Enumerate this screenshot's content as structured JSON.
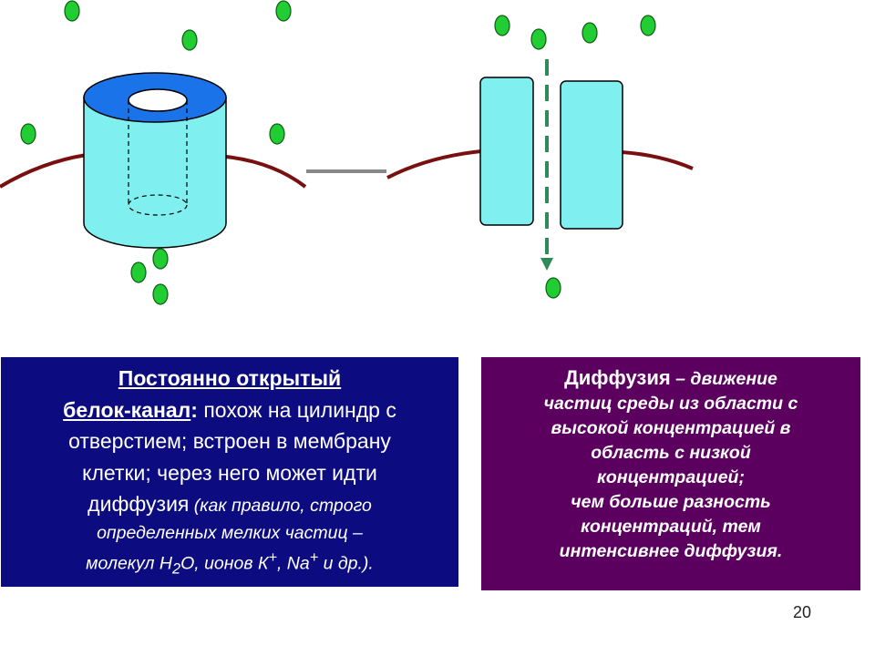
{
  "left_box": {
    "title_line1": "Постоянно открытый",
    "title_line2": "белок-канал",
    "colon": ":",
    "text1": " похож на цилиндр с",
    "text2": "отверстием; встроен в мембрану",
    "text3": "клетки; через него может идти",
    "text4": "диффузия",
    "note1": " (как правило, строго",
    "note2": "определенных мелких частиц –",
    "note3a": "молекул Н",
    "note3_sub": "2",
    "note3b": "О, ионов К",
    "note3_sup1": "+",
    "note3c": ", Na",
    "note3_sup2": "+",
    "note3d": " и др.)."
  },
  "right_box": {
    "term": "Диффузия",
    "line1": " – движение",
    "line2": "частиц среды из области с",
    "line3": "высокой концентрацией в",
    "line4": "область с  низкой",
    "line5": "концентрацией;",
    "line6": "чем больше разность",
    "line7": "концентраций, тем",
    "line8": "интенсивнее диффузия."
  },
  "page_number": "20",
  "colors": {
    "particle": "#22cc33",
    "channel": "#7fefef",
    "channel_top": "#1a73e8",
    "membrane": "#7a0f0f",
    "arrow": "#2e8b57",
    "left_box": "#0c0c80",
    "right_box": "#5c0060"
  }
}
